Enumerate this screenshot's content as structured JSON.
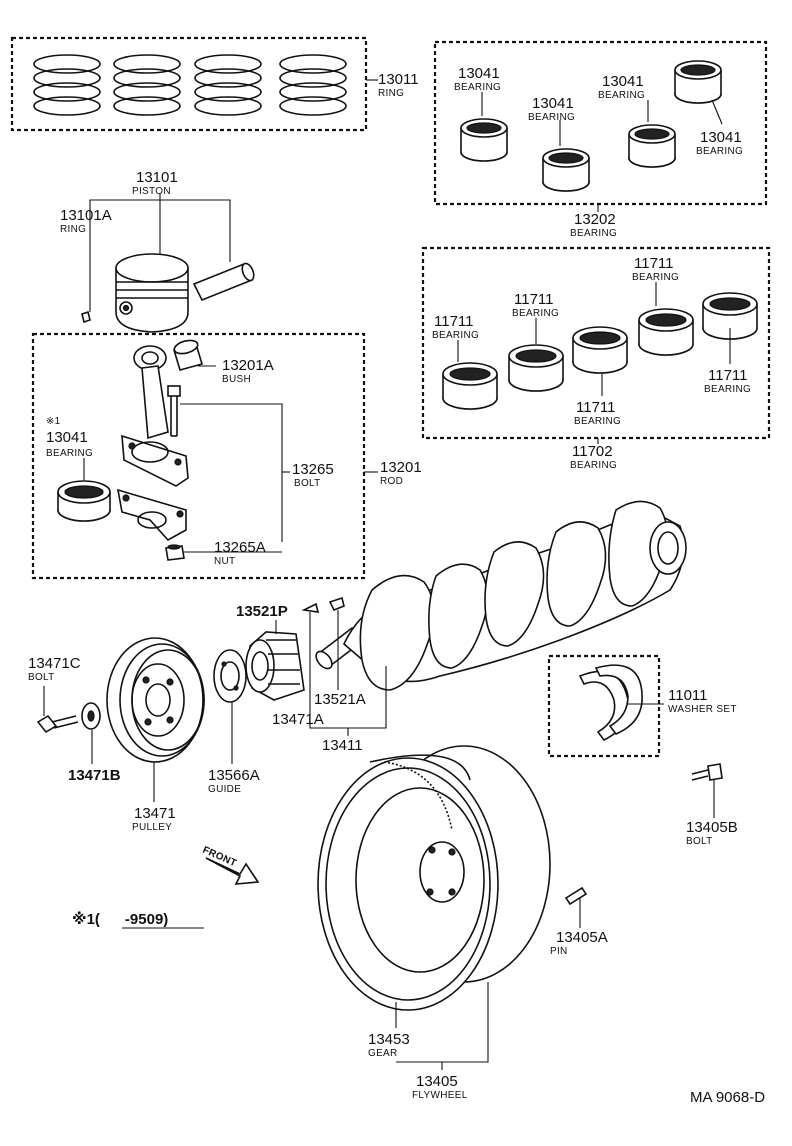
{
  "callouts": {
    "ring_set": {
      "num": "13011",
      "name": "RING"
    },
    "conrod_bearing_a": {
      "num": "13041",
      "name": "BEARING"
    },
    "conrod_bearing_b": {
      "num": "13041",
      "name": "BEARING"
    },
    "conrod_bearing_c": {
      "num": "13041",
      "name": "BEARING"
    },
    "conrod_bearing_d": {
      "num": "13041",
      "name": "BEARING"
    },
    "conrod_bearing_set": {
      "num": "13202",
      "name": "BEARING"
    },
    "piston": {
      "num": "13101",
      "name": "PISTON"
    },
    "piston_ring": {
      "num": "13101A",
      "name": "RING"
    },
    "main_bearing_a": {
      "num": "11711",
      "name": "BEARING"
    },
    "main_bearing_b": {
      "num": "11711",
      "name": "BEARING"
    },
    "main_bearing_c": {
      "num": "11711",
      "name": "BEARING"
    },
    "main_bearing_d": {
      "num": "11711",
      "name": "BEARING"
    },
    "main_bearing_e": {
      "num": "11711",
      "name": "BEARING"
    },
    "main_bearing_set": {
      "num": "11702",
      "name": "BEARING"
    },
    "bush": {
      "num": "13201A",
      "name": "BUSH"
    },
    "rod_bearing": {
      "mark": "※1",
      "num": "13041",
      "name": "BEARING"
    },
    "rod_bolt": {
      "num": "13265",
      "name": "BOLT"
    },
    "rod": {
      "num": "13201",
      "name": "ROD"
    },
    "nut": {
      "num": "13265A",
      "name": "NUT"
    },
    "crank_gear": {
      "num": "13521P"
    },
    "pulley_bolt": {
      "num": "13471C",
      "name": "BOLT"
    },
    "crank_key_a": {
      "num": "13521A"
    },
    "crank_key_b": {
      "num": "13471A"
    },
    "crankshaft": {
      "num": "13411"
    },
    "washer_set": {
      "num": "11011",
      "name": "WASHER SET"
    },
    "pulley_washer": {
      "num": "13471B"
    },
    "guide": {
      "num": "13566A",
      "name": "GUIDE"
    },
    "pulley": {
      "num": "13471",
      "name": "PULLEY"
    },
    "flywheel_bolt": {
      "num": "13405B",
      "name": "BOLT"
    },
    "pin": {
      "num": "13405A",
      "name": "PIN"
    },
    "ring_gear": {
      "num": "13453",
      "name": "GEAR"
    },
    "flywheel": {
      "num": "13405",
      "name": "FLYWHEEL"
    }
  },
  "front_marker": "FRONT",
  "footnote": "※1(      -9509)",
  "drawing_code": "MA 9068-D"
}
